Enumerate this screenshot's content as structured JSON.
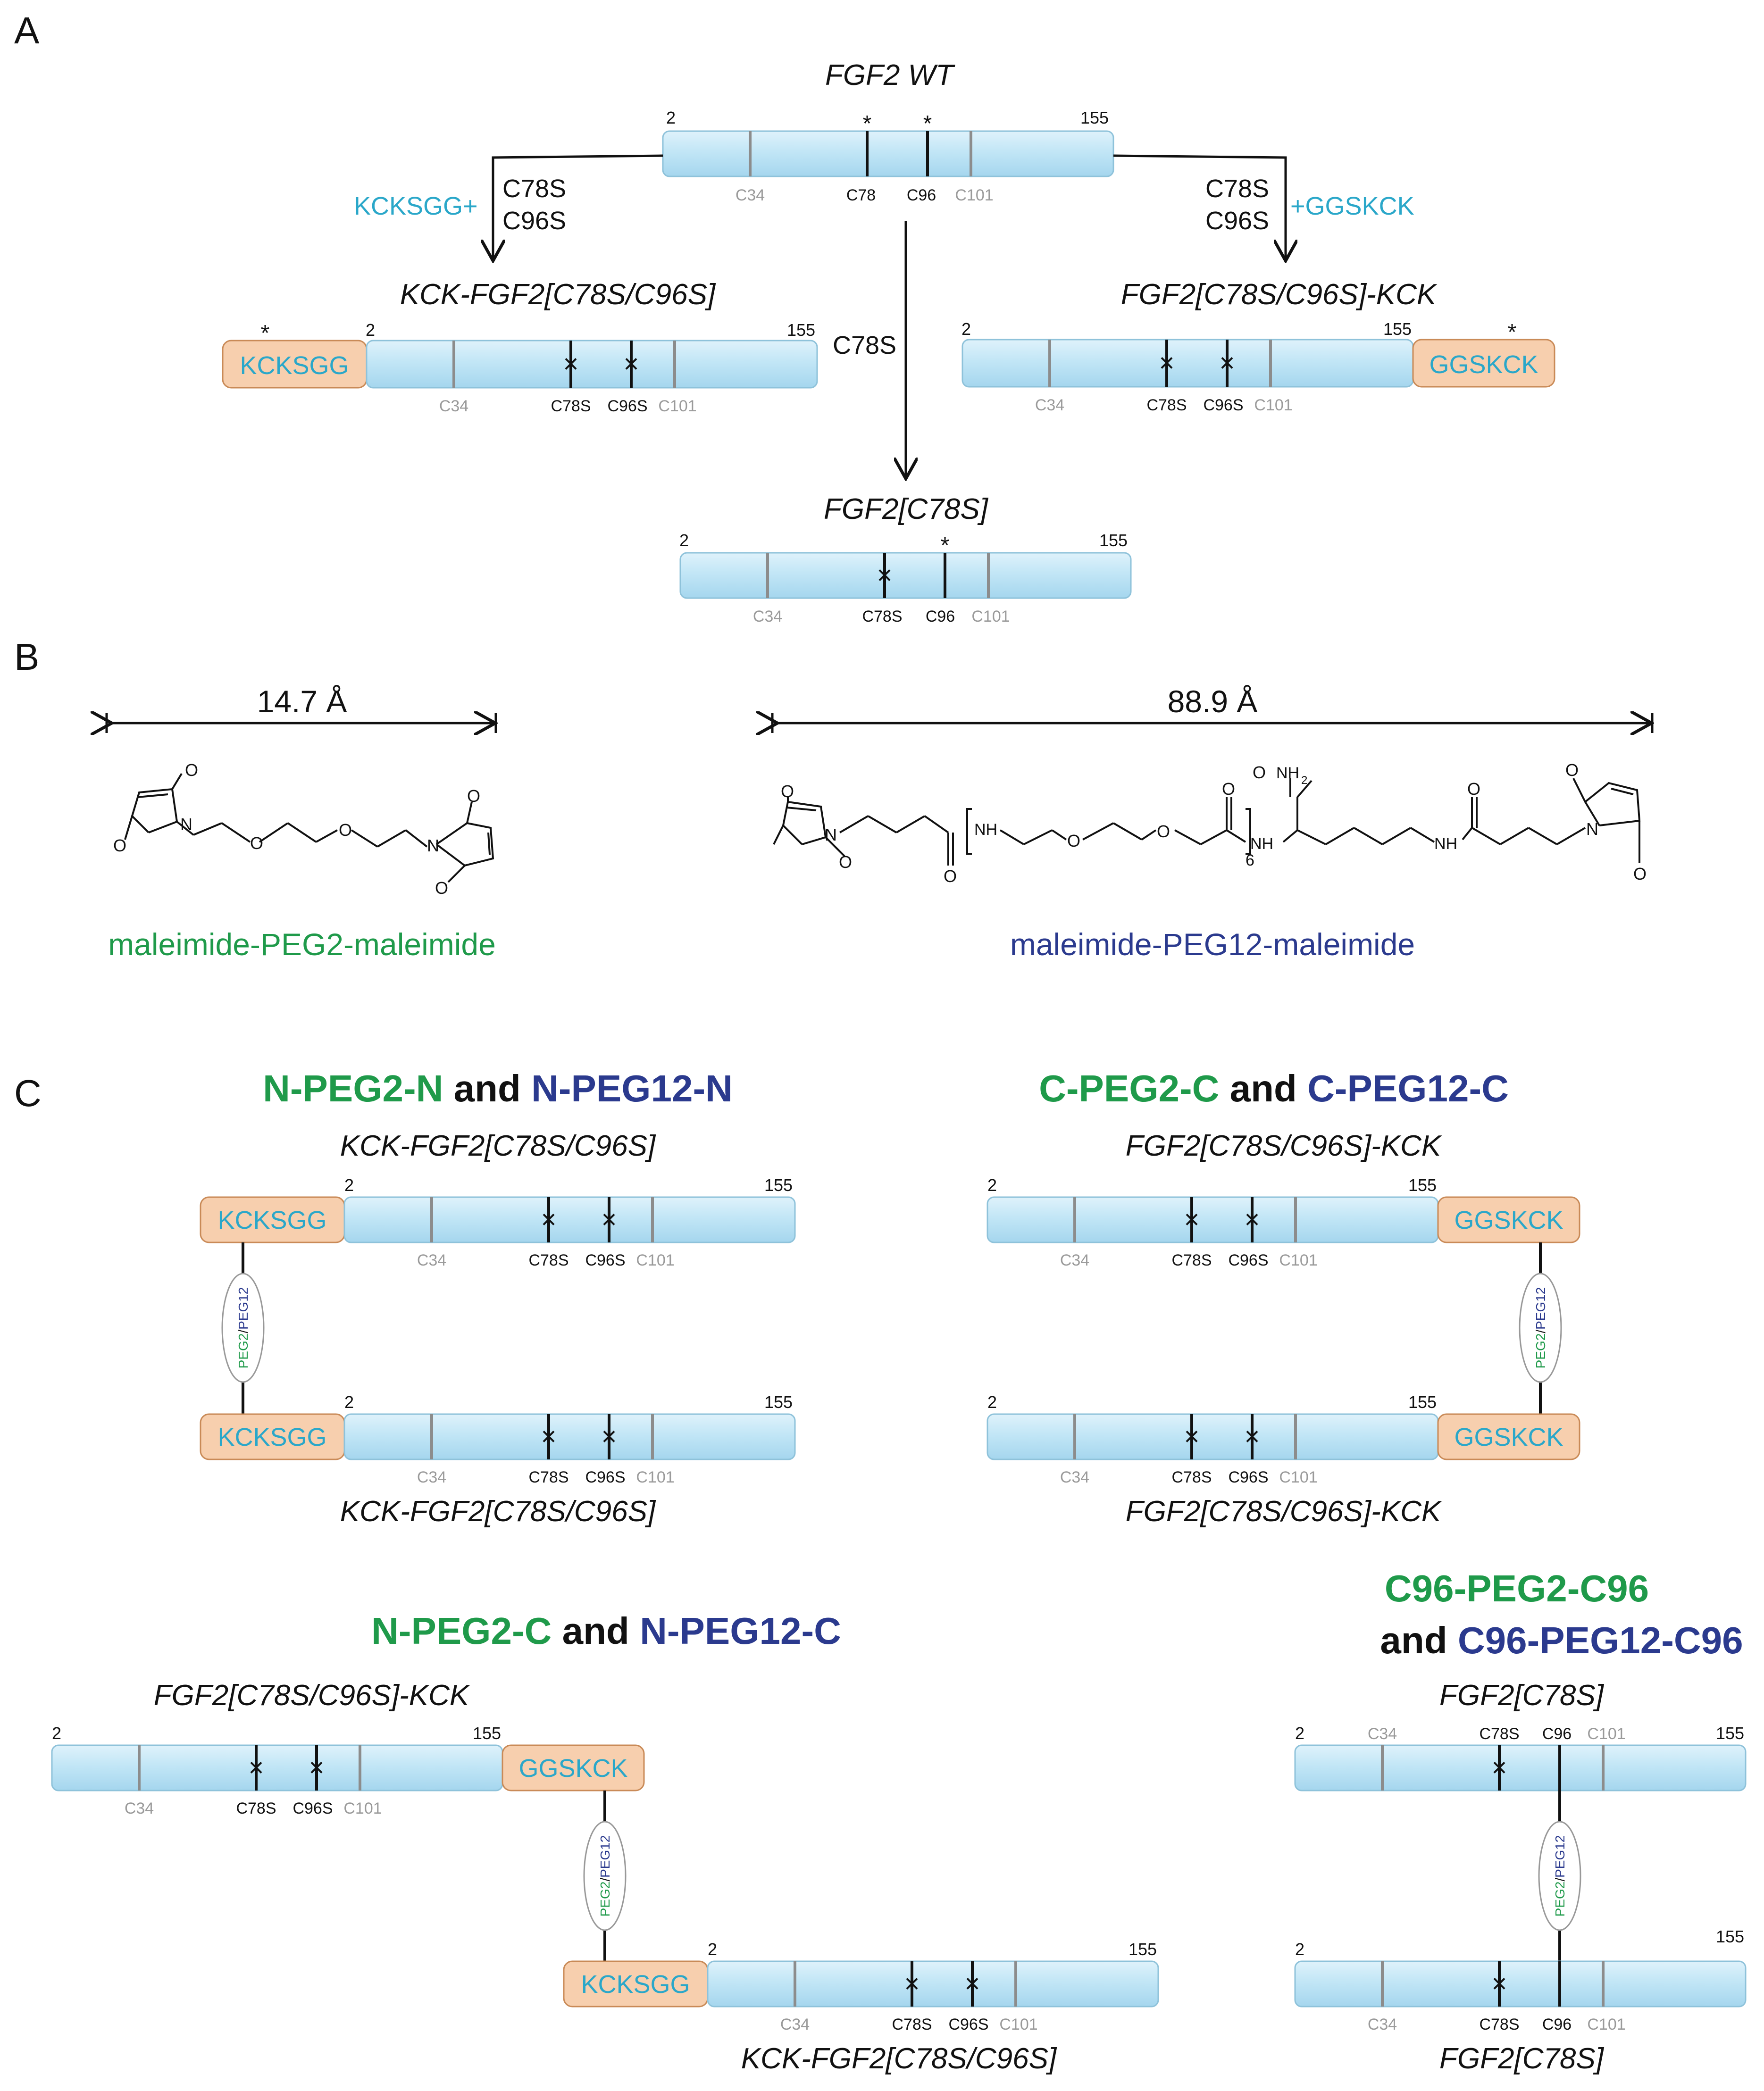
{
  "panel_labels": {
    "a": "A",
    "b": "B",
    "c": "C"
  },
  "common": {
    "n_start": "2",
    "c_end": "155",
    "c34": "C34",
    "c78": "C78",
    "c96": "C96",
    "c101": "C101",
    "c78s": "C78S",
    "c96s": "C96S",
    "n_tag": "KCKSGG",
    "c_tag": "GGSKCK",
    "star": "*",
    "linker_peg2": "PEG2",
    "linker_slash": "/",
    "linker_peg12": "PEG12"
  },
  "panelA": {
    "wt_title": "FGF2 WT",
    "left_add": "KCKSGG+",
    "right_add": "+GGSKCK",
    "mut1": "C78S",
    "mut2": "C96S",
    "center_mut": "C78S",
    "kck_n_title": "KCK-FGF2[C78S/C96S]",
    "kck_c_title": "FGF2[C78S/C96S]-KCK",
    "c78s_title": "FGF2[C78S]"
  },
  "panelB": {
    "dist_left": "14.7 Å",
    "dist_right": "88.9 Å",
    "peg2_name": "maleimide-PEG2-maleimide",
    "peg12_name": "maleimide-PEG12-maleimide",
    "atom_o": "O",
    "atom_n": "N",
    "atom_nh": "NH",
    "atom_nh2": "NH",
    "sub2": "2",
    "repeat_n": "6"
  },
  "panelC": {
    "nn_green": "N-PEG2-N",
    "nn_and": " and ",
    "nn_navy": "N-PEG12-N",
    "cc_green": "C-PEG2-C",
    "cc_and": " and ",
    "cc_navy": "C-PEG12-C",
    "nc_green": "N-PEG2-C",
    "nc_and": " and ",
    "nc_navy": "N-PEG12-C",
    "c96_green": "C96-PEG2-C96",
    "c96_and": "and ",
    "c96_navy": "C96-PEG12-C96",
    "kck_n_title": "KCK-FGF2[C78S/C96S]",
    "kck_c_title": "FGF2[C78S/C96S]-KCK",
    "c78s_title": "FGF2[C78S]"
  },
  "colors": {
    "bar_fill": "#bfe4f4",
    "bar_stroke": "#8ec2da",
    "tag_fill": "#f7cfae",
    "tag_stroke": "#c98a57",
    "cyan_text": "#2aa7c9",
    "peg2_green": "#1f9a4a",
    "peg12_navy": "#2b3a8e"
  }
}
